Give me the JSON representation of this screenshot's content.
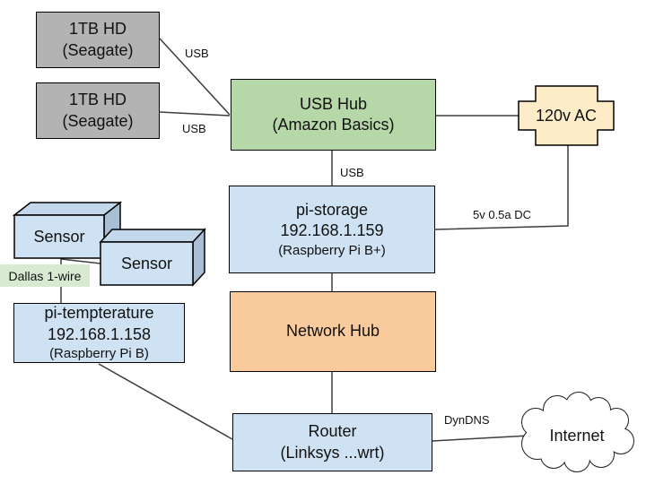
{
  "diagram": {
    "nodes": {
      "hd1": {
        "line1": "1TB HD",
        "line2": "(Seagate)"
      },
      "hd2": {
        "line1": "1TB HD",
        "line2": "(Seagate)"
      },
      "usb_hub": {
        "line1": "USB Hub",
        "line2": "(Amazon Basics)"
      },
      "power": {
        "label": "120v AC"
      },
      "pi_storage": {
        "line1": "pi-storage",
        "line2": "192.168.1.159",
        "line3": "(Raspberry Pi B+)"
      },
      "sensor1": {
        "label": "Sensor"
      },
      "sensor2": {
        "label": "Sensor"
      },
      "dallas": {
        "label": "Dallas 1-wire"
      },
      "pi_temp": {
        "line1": "pi-tempterature",
        "line2": "192.168.1.158",
        "line3": "(Raspberry Pi B)"
      },
      "network_hub": {
        "label": "Network Hub"
      },
      "router": {
        "line1": "Router",
        "line2": "(Linksys ...wrt)"
      },
      "internet": {
        "label": "Internet"
      }
    },
    "edge_labels": {
      "usb1": "USB",
      "usb2": "USB",
      "usb3": "USB",
      "power_dc": "5v 0.5a DC",
      "dyndns": "DynDNS"
    },
    "colors": {
      "node-gray": "#b3b3b3",
      "node-green": "#b6d7a8",
      "node-blue": "#cfe2f3",
      "node-orange": "#f9cb9c",
      "node-cream": "#fcecc8",
      "label-green": "#d9ead3",
      "cube-top": "#c4d8ec",
      "cube-side": "#a9bed3",
      "wire": "#3d3d3d",
      "border": "#000000",
      "text": "#111111"
    }
  }
}
